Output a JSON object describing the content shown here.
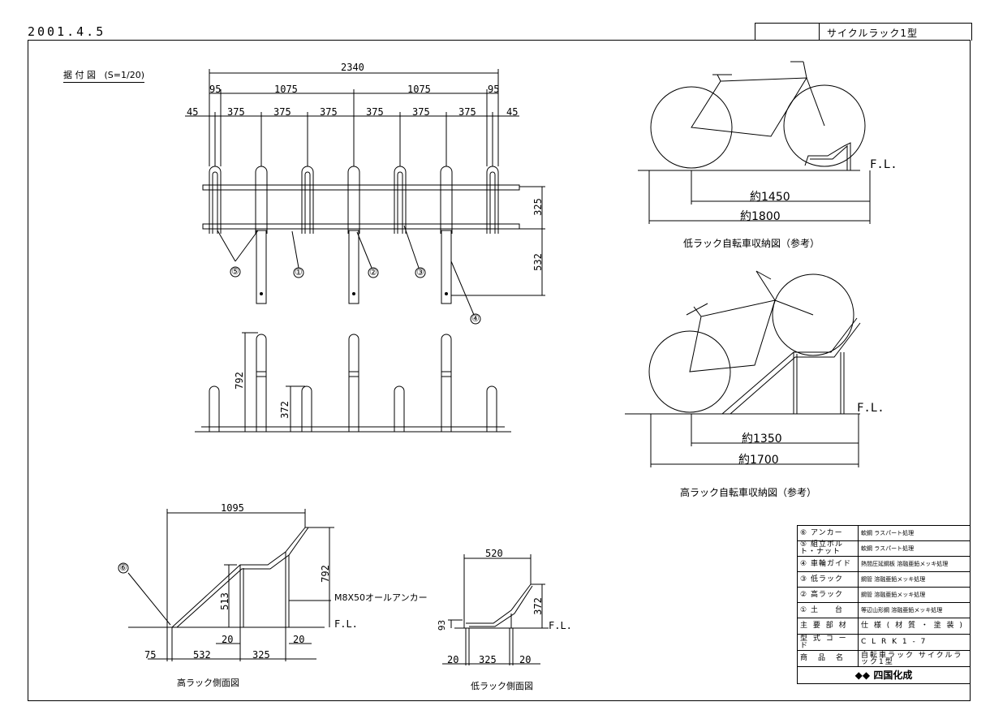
{
  "header": {
    "date": "2001.4.5",
    "product_title": "サイクルラック1型"
  },
  "plan_view": {
    "title": "据 付 図",
    "scale": "(S=1/20)",
    "dim_total": "2340",
    "dim_95_left": "95",
    "dim_1075_left": "1075",
    "dim_1075_right": "1075",
    "dim_95_right": "95",
    "dim_45_left": "45",
    "dim_375": [
      "375",
      "375",
      "375",
      "375",
      "375",
      "375"
    ],
    "dim_45_right": "45",
    "dim_325": "325",
    "dim_532": "532",
    "callouts": [
      "⑤",
      "①",
      "②",
      "③",
      "④"
    ]
  },
  "front_view": {
    "dim_792": "792",
    "dim_372": "372"
  },
  "high_side": {
    "title": "高ラック側面図",
    "dim_1095": "1095",
    "dim_792": "792",
    "dim_513": "513",
    "dim_75": "75",
    "dim_532": "532",
    "dim_325": "325",
    "dim_20a": "20",
    "dim_20b": "20",
    "anchor_label": "M8X50オールアンカー",
    "fl": "F.L.",
    "callout": "⑥"
  },
  "low_side": {
    "title": "低ラック側面図",
    "dim_520": "520",
    "dim_372": "372",
    "dim_93": "93",
    "dim_20a": "20",
    "dim_325": "325",
    "dim_20b": "20",
    "fl": "F.L."
  },
  "low_storage": {
    "title": "低ラック自転車収納図（参考）",
    "dim_1450": "約1450",
    "dim_1800": "約1800",
    "fl": "F.L."
  },
  "high_storage": {
    "title": "高ラック自転車収納図（参考）",
    "dim_1350": "約1350",
    "dim_1700": "約1700",
    "fl": "F.L."
  },
  "spec_table": {
    "rows": [
      {
        "num": "⑥",
        "name": "アンカー",
        "spec": "軟鋼 ラスパート処理"
      },
      {
        "num": "⑤",
        "name": "組立ボルト・ナット",
        "spec": "軟鋼 ラスパート処理"
      },
      {
        "num": "④",
        "name": "車輪ガイド",
        "spec": "熱間圧延鋼板 溶融亜鉛メッキ処理"
      },
      {
        "num": "③",
        "name": "低ラック",
        "spec": "鋼管 溶融亜鉛メッキ処理"
      },
      {
        "num": "②",
        "name": "高ラック",
        "spec": "鋼管 溶融亜鉛メッキ処理"
      },
      {
        "num": "①",
        "name": "土　　台",
        "spec": "等辺山形鋼 溶融亜鉛メッキ処理"
      }
    ],
    "header_left": "主 要 部 材",
    "header_right": "仕 様 ( 材 質 ・ 塗 装 )",
    "code_label": "型 式 コ ー ド",
    "code_value": "C L R K 1 - 7",
    "product_label": "商　品　名",
    "product_value": "自転車ラック サイクルラック1型",
    "company": "四国化成"
  }
}
